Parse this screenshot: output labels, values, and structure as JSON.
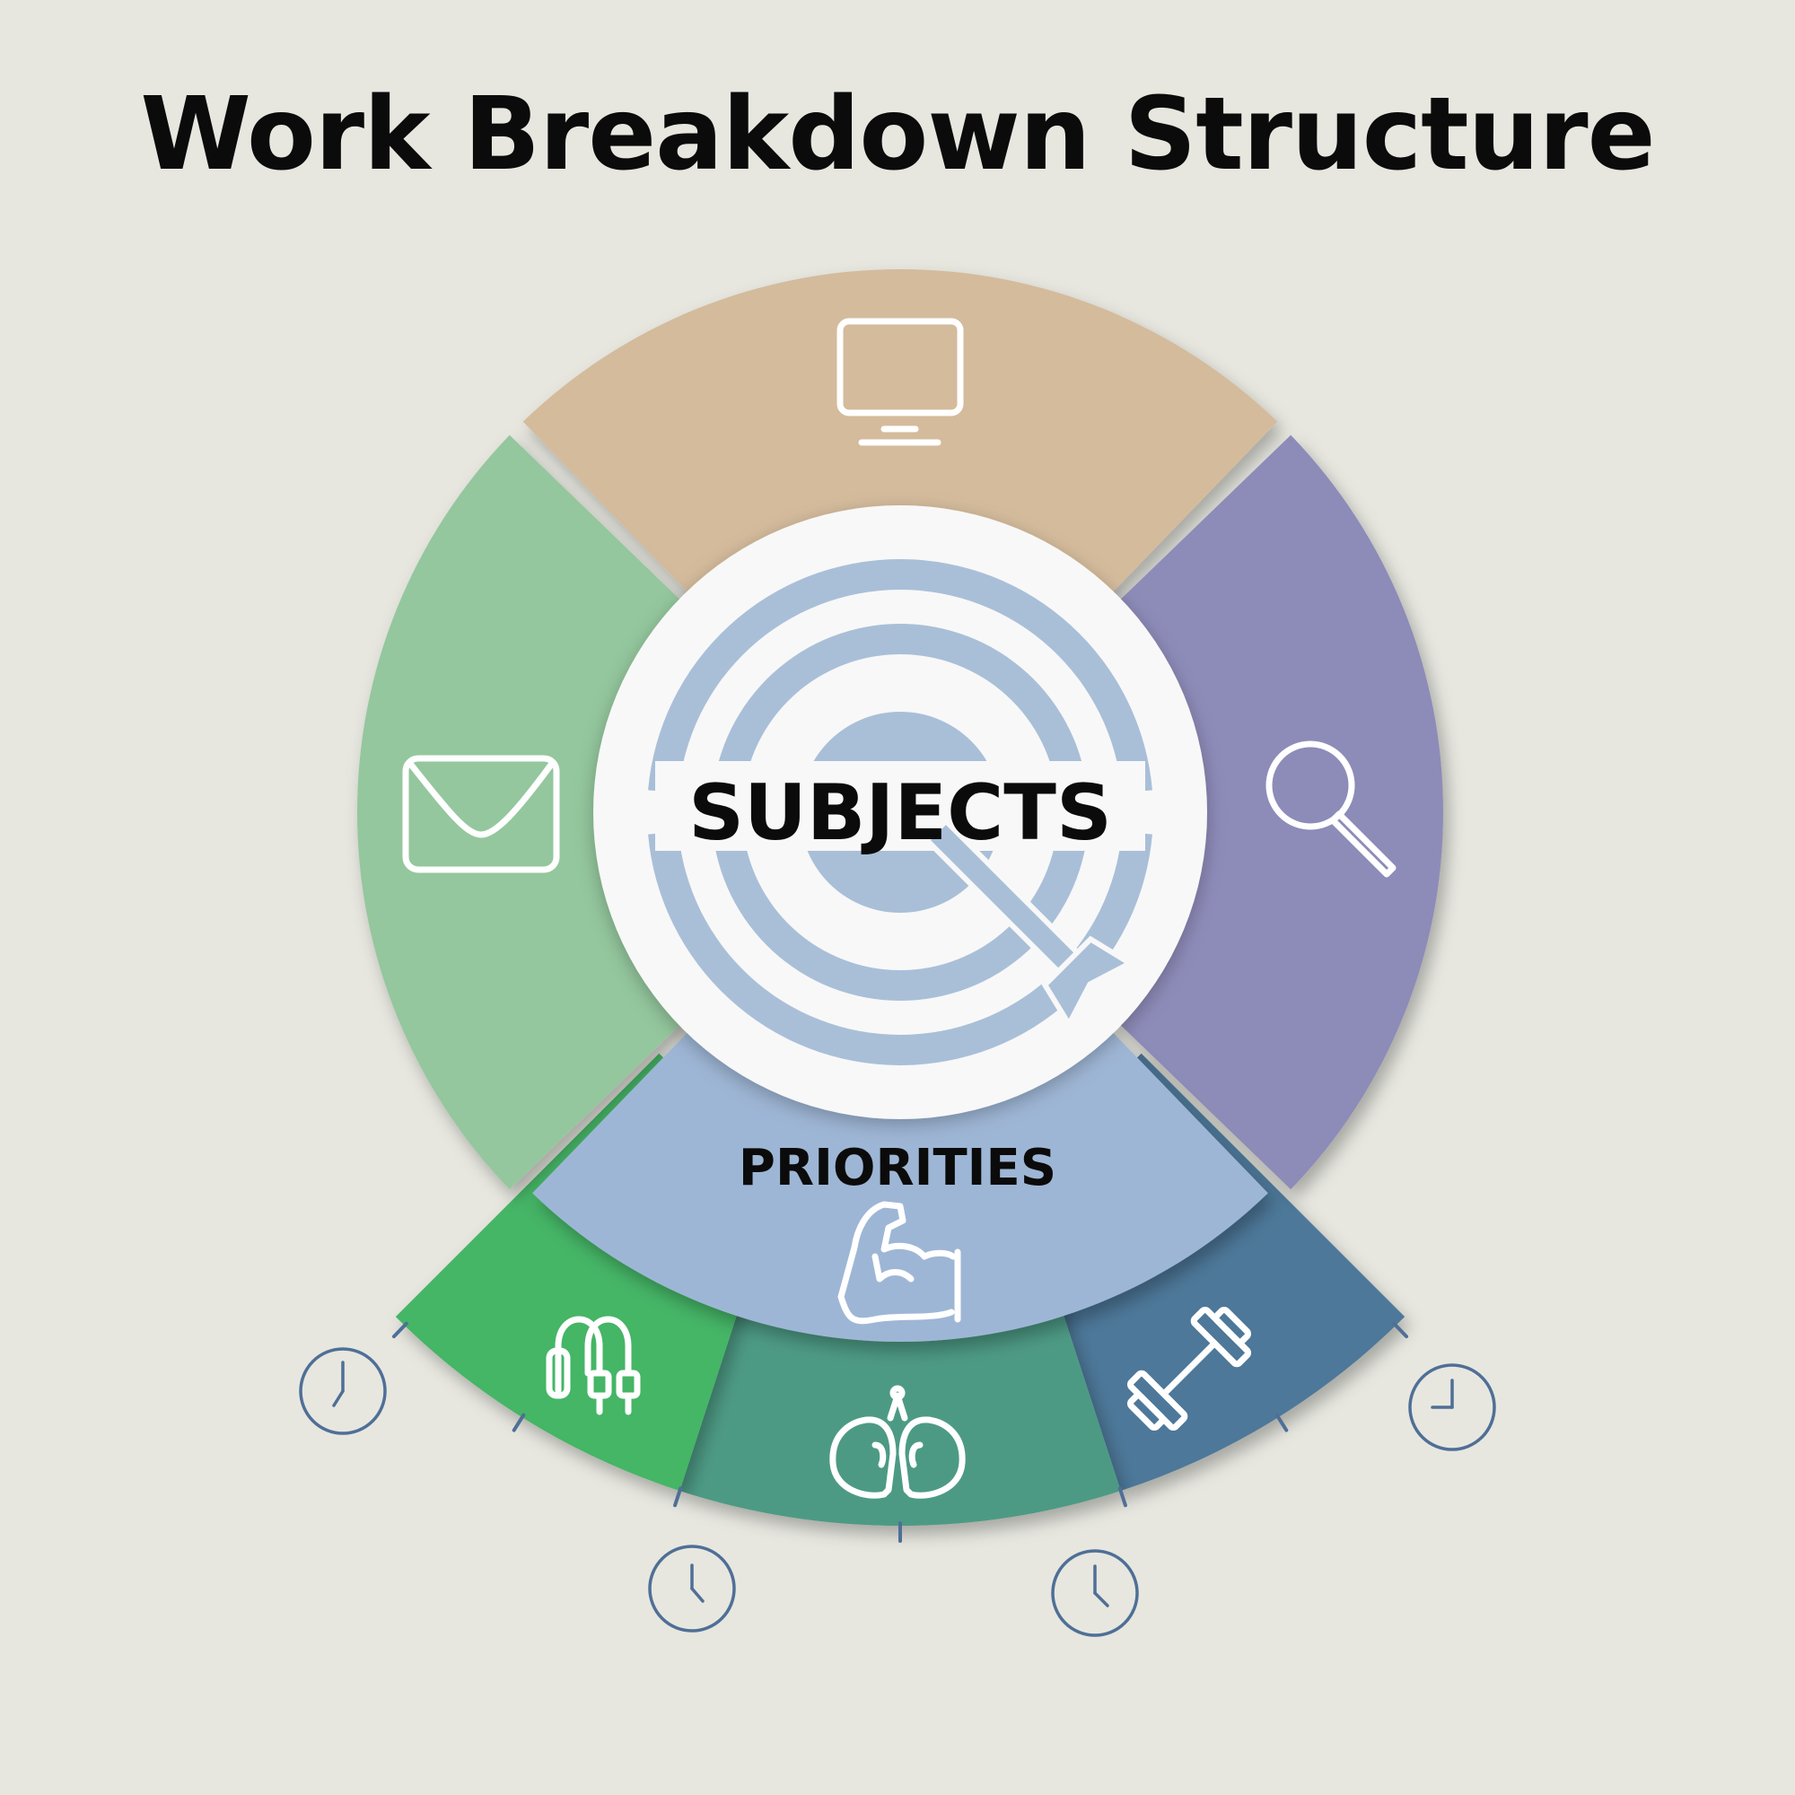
{
  "title": "Work Breakdown Structure",
  "center_label": "SUBJECTS",
  "bottom_label": "PRIORITIES",
  "colors": {
    "background": "#e7e7e0",
    "top_segment": "#d4bb9c",
    "left_segment": "#94c79d",
    "right_segment": "#8d8bb8",
    "bottom_segment": "#9eb6d5",
    "outer_left": "#44b566",
    "outer_middle": "#4e9a84",
    "outer_right": "#4d7899",
    "center": "#f8f8f8",
    "target": "#a9bfd8",
    "clock": "#4f6f96"
  },
  "icons": {
    "top": "monitor-icon",
    "left": "envelope-icon",
    "right": "magnifier-icon",
    "center": "target-arrow-icon",
    "bottom": "flexed-bicep-icon",
    "outer_left": "jump-rope-icon",
    "outer_middle": "boxing-gloves-icon",
    "outer_right": "dumbbell-icon",
    "markers": "clock-icon"
  }
}
